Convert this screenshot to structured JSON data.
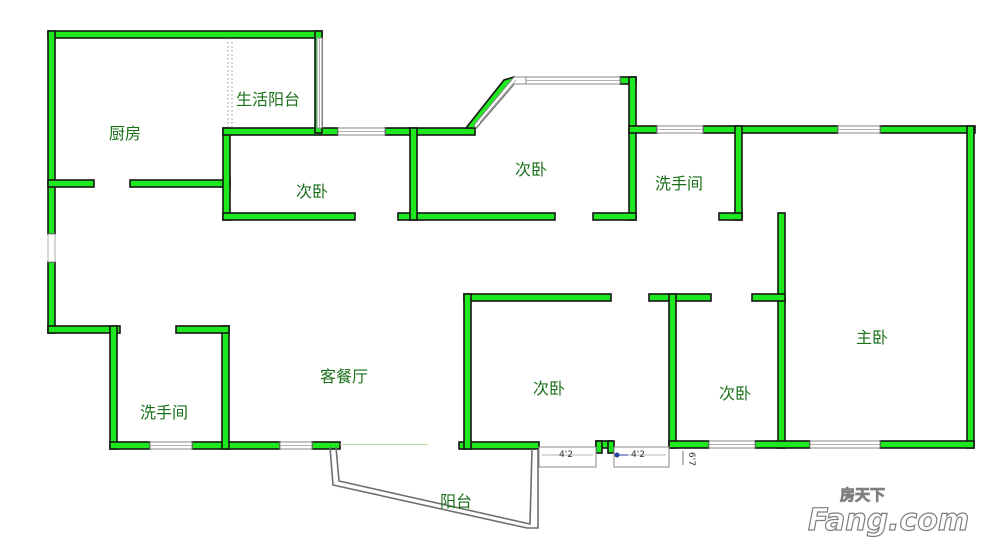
{
  "rooms": {
    "kitchen": "厨房",
    "utility_balcony": "生活阳台",
    "bedroom_left": "次卧",
    "bedroom_top": "次卧",
    "bathroom_top": "洗手间",
    "master_bedroom": "主卧",
    "bathroom_bottom": "洗手间",
    "living_dining": "客餐厅",
    "bedroom_middle": "次卧",
    "bedroom_right": "次卧",
    "balcony": "阳台"
  },
  "dimensions": {
    "window_a": "4'2",
    "window_b": "4'2",
    "window_c": "6'7"
  },
  "watermark": {
    "small": "房天下",
    "big": "Fang.com"
  },
  "colors": {
    "wall": "#1ee81e",
    "label": "#1a6f1a"
  }
}
